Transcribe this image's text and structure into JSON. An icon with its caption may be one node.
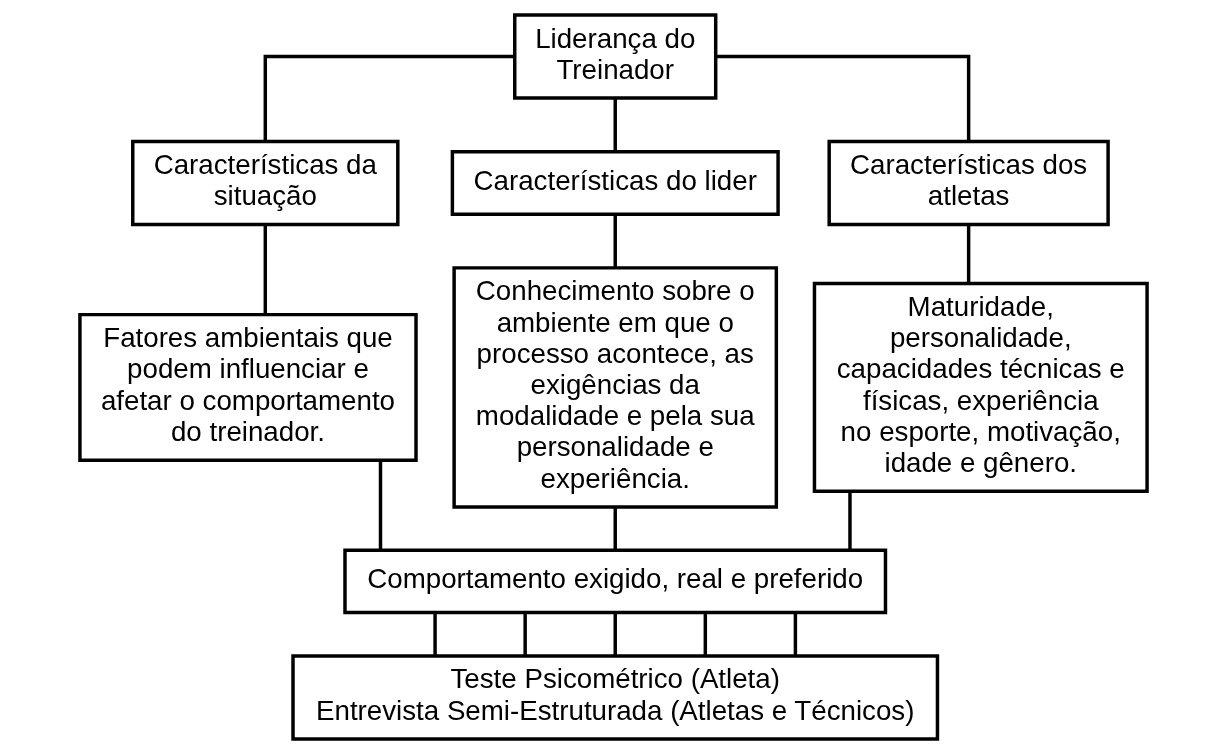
{
  "diagram": {
    "nodes": [
      {
        "text": [
          "Liderança do Treinador"
        ]
      },
      {
        "text": [
          "Características da situação"
        ]
      },
      {
        "text": [
          "Características do lider"
        ]
      },
      {
        "text": [
          "Características dos atletas"
        ]
      },
      {
        "text": [
          "Fatores ambientais que podem influenciar e afetar o comportamento do treinador."
        ]
      },
      {
        "text": [
          "Conhecimento sobre o ambiente em que o processo acontece, as exigências da modalidade e pela sua personalidade e experiência."
        ]
      },
      {
        "text": [
          "Maturidade, personalidade, capacidades técnicas e físicas, experiência no esporte, motivação, idade e gênero."
        ]
      },
      {
        "text": [
          "Comportamento exigido, real e preferido"
        ]
      },
      {
        "text": [
          "Teste Psicométrico (Atleta)",
          "Entrevista Semi-Estruturada (Atletas e Técnicos)"
        ]
      }
    ],
    "edges": [
      {
        "from": 0,
        "to": 1,
        "arrow": "none"
      },
      {
        "from": 0,
        "to": 2,
        "arrow": "none"
      },
      {
        "from": 0,
        "to": 3,
        "arrow": "none"
      },
      {
        "from": 1,
        "to": 4,
        "arrow": "none"
      },
      {
        "from": 2,
        "to": 5,
        "arrow": "none"
      },
      {
        "from": 3,
        "to": 6,
        "arrow": "none"
      },
      {
        "from": 4,
        "to": 7,
        "arrow": "none"
      },
      {
        "from": 5,
        "to": 7,
        "arrow": "none"
      },
      {
        "from": 6,
        "to": 7,
        "arrow": "none"
      },
      {
        "from": 7,
        "to": 8,
        "arrow": "none"
      },
      {
        "from": 7,
        "to": 8,
        "arrow": "none"
      },
      {
        "from": 7,
        "to": 8,
        "arrow": "none"
      },
      {
        "from": 7,
        "to": 8,
        "arrow": "none"
      },
      {
        "from": 7,
        "to": 8,
        "arrow": "none"
      }
    ]
  }
}
